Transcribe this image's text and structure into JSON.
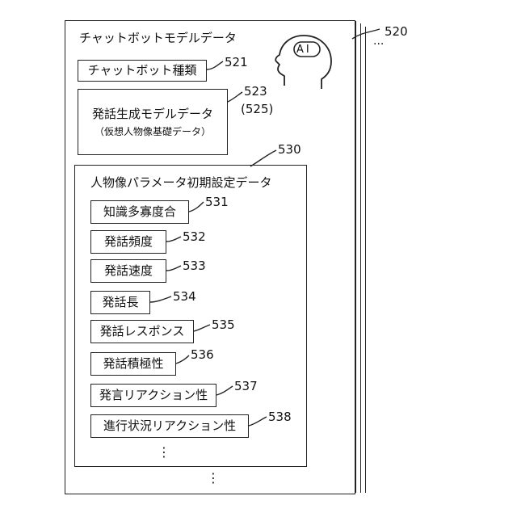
{
  "chatbot_model": {
    "title": "チャットボットモデルデータ",
    "ref": "520",
    "continuation": "...",
    "ai_badge": "AI",
    "icon": "ai-head-icon",
    "chatbot_type": {
      "label": "チャットボット種類",
      "ref": "521"
    },
    "generation_model": {
      "label": "発話生成モデルデータ",
      "sublabel": "（仮想人物像基礎データ）",
      "ref": "523",
      "ref_alt": "(525)"
    },
    "persona_params": {
      "title": "人物像パラメータ初期設定データ",
      "ref": "530",
      "items": [
        {
          "label": "知識多寡度合",
          "ref": "531"
        },
        {
          "label": "発話頻度",
          "ref": "532"
        },
        {
          "label": "発話速度",
          "ref": "533"
        },
        {
          "label": "発話長",
          "ref": "534"
        },
        {
          "label": "発話レスポンス",
          "ref": "535"
        },
        {
          "label": "発話積極性",
          "ref": "536"
        },
        {
          "label": "発言リアクション性",
          "ref": "537"
        },
        {
          "label": "進行状況リアクション性",
          "ref": "538"
        }
      ],
      "more": "⋮"
    },
    "more": "⋮"
  }
}
